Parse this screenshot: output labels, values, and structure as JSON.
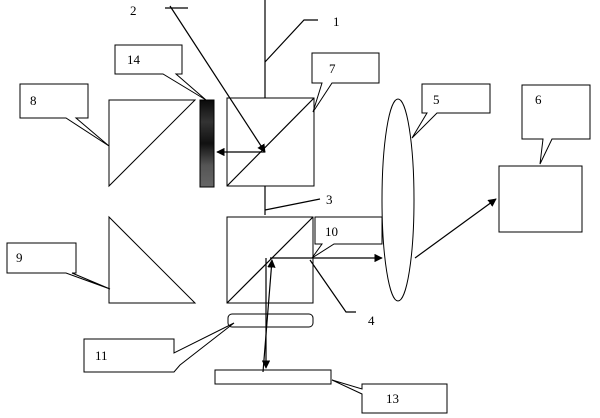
{
  "labels": {
    "l1": "1",
    "l2": "2",
    "l3": "3",
    "l4": "4",
    "l5": "5",
    "l6": "6",
    "l7": "7",
    "l8": "8",
    "l9": "9",
    "l10": "10",
    "l11": "11",
    "l13": "13",
    "l14": "14"
  }
}
